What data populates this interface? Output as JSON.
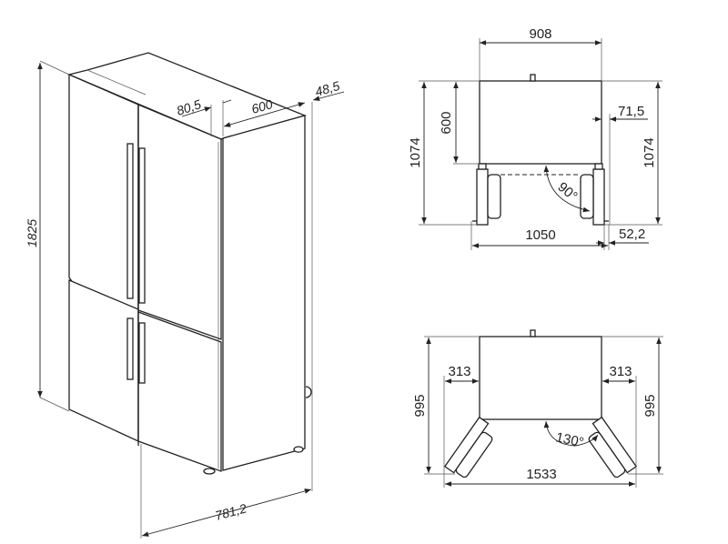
{
  "iso_view": {
    "height": "1825",
    "door_offset": "80,5",
    "depth": "600",
    "rear_offset": "48,5",
    "total_depth": "781,2"
  },
  "top_view_90": {
    "width": "908",
    "depth_left": "1074",
    "body_depth": "600",
    "depth_right": "1074",
    "side_clearance": "71,5",
    "angle": "90°",
    "overall_width": "1050",
    "handle_offset": "52,2"
  },
  "top_view_130": {
    "depth_left": "995",
    "depth_right": "995",
    "left_clearance": "313",
    "right_clearance": "313",
    "angle": "130°",
    "overall_width": "1533"
  }
}
